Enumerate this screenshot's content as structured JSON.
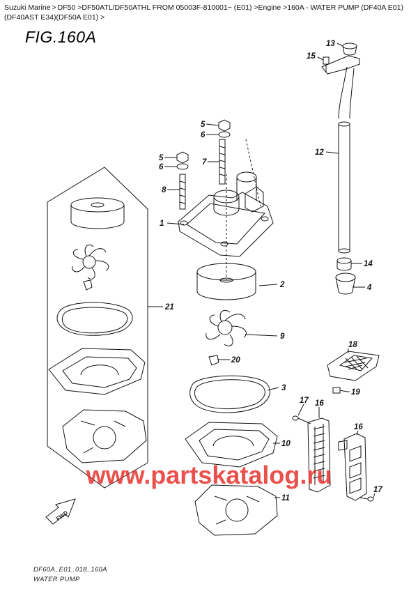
{
  "breadcrumb": [
    {
      "label": "Suzuki Marine"
    },
    {
      "label": "DF50"
    },
    {
      "label": ">DF50ATL/DF50ATHL FROM 05003F-810001~ (E01)"
    },
    {
      "label": ">Engine"
    },
    {
      "label": ">160A - WATER PUMP (DF40A E01)(DF40AST E34)(DF50A E01)"
    }
  ],
  "breadcrumb_tail": ">",
  "figure": {
    "title": "FIG.160A"
  },
  "callouts": {
    "c1": "1",
    "c2": "2",
    "c3": "3",
    "c4": "4",
    "c5a": "5",
    "c5b": "5",
    "c6a": "6",
    "c6b": "6",
    "c7": "7",
    "c8": "8",
    "c9": "9",
    "c10": "10",
    "c11": "11",
    "c12": "12",
    "c13": "13",
    "c14": "14",
    "c15": "15",
    "c16a": "16",
    "c16b": "16",
    "c17a": "17",
    "c17b": "17",
    "c18": "18",
    "c19": "19",
    "c20": "20",
    "c21": "21"
  },
  "fwd_label": "FWD",
  "watermark": "www.partskatalog.ru",
  "footer": {
    "code": "DF60A_E01_018_160A",
    "caption": "WATER PUMP"
  },
  "colors": {
    "watermark": "#e52b24",
    "line": "#111111"
  }
}
